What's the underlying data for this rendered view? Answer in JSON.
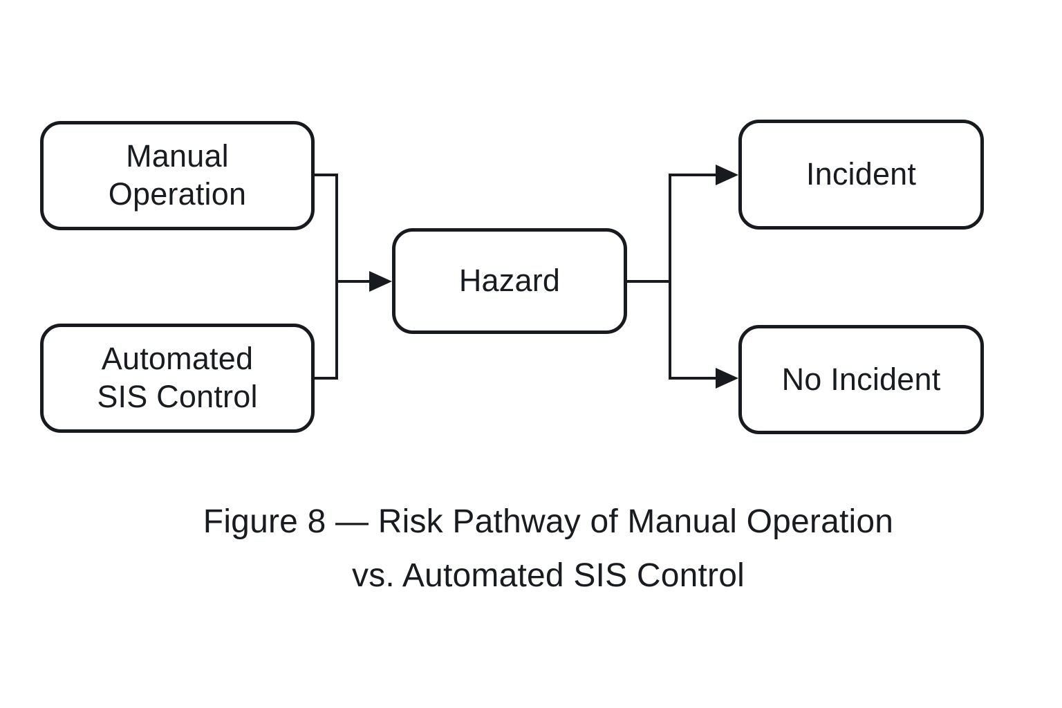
{
  "figure": {
    "nodes": {
      "manual_operation": {
        "label": "Manual\nOperation"
      },
      "automated_sis_control": {
        "label": "Automated\nSIS Control"
      },
      "hazard": {
        "label": "Hazard"
      },
      "incident": {
        "label": "Incident"
      },
      "no_incident": {
        "label": "No Incident"
      }
    },
    "caption": "Figure 8 — Risk Pathway of Manual Operation\nvs. Automated SIS Control",
    "colors": {
      "stroke": "#171a1f",
      "text": "#181b20",
      "background": "#ffffff"
    }
  }
}
